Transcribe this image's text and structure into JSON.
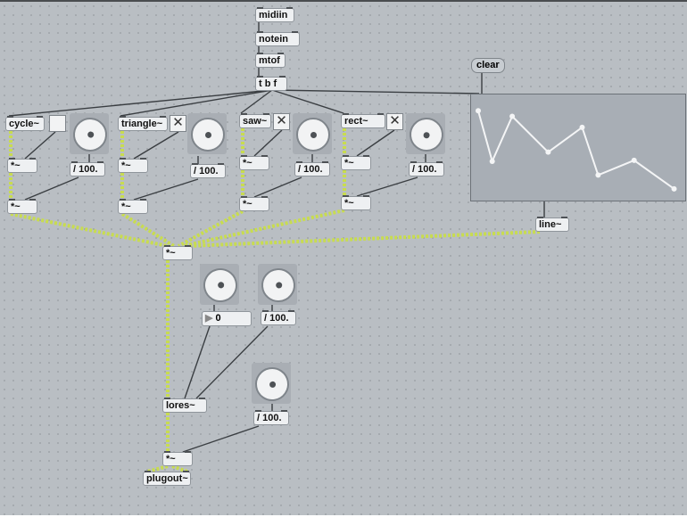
{
  "objects": {
    "midiin": "midiin",
    "notein": "notein",
    "mtof": "mtof",
    "trigger": "t b f",
    "cycle": "cycle~",
    "triangle": "triangle~",
    "saw": "saw~",
    "rect": "rect~",
    "mul": "*~",
    "div": "/ 100.",
    "line": "line~",
    "lores": "lores~",
    "plugout": "plugout~"
  },
  "clear_label": "clear",
  "number_value": "0",
  "toggles": {
    "cycle": "",
    "triangle": "✕",
    "saw": "✕",
    "rect": "✕"
  },
  "function_breakpoints": [
    [
      0,
      0.9
    ],
    [
      70,
      0.35
    ],
    [
      170,
      0.84
    ],
    [
      350,
      0.45
    ],
    [
      520,
      0.72
    ],
    [
      600,
      0.2
    ],
    [
      780,
      0.36
    ],
    [
      980,
      0.05
    ]
  ],
  "colors": {
    "signal_cord": "#c8dc50",
    "control_cord": "#3a3e42"
  }
}
